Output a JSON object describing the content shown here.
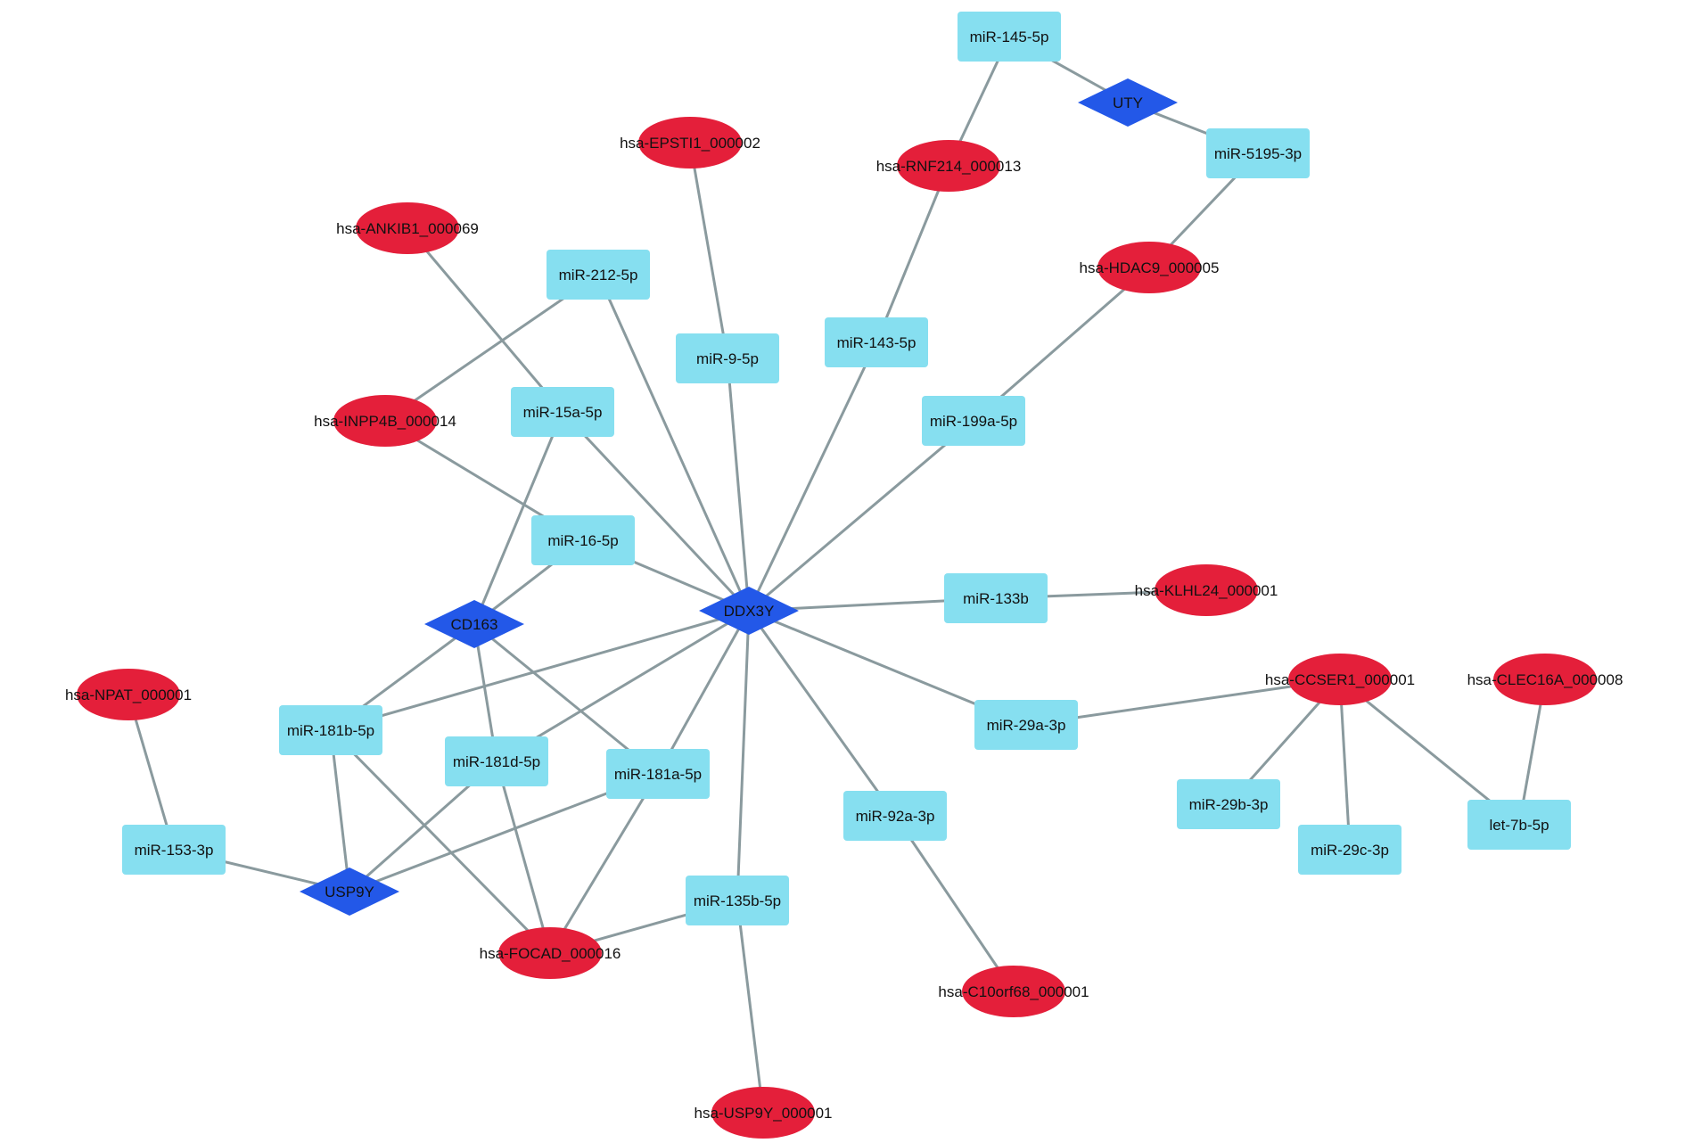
{
  "colors": {
    "mirna": "#86dff0",
    "gene": "#2358e8",
    "circrna": "#e41f3a",
    "edge": "#8a9a9e"
  },
  "nodes": [
    {
      "id": "DDX3Y",
      "label": "DDX3Y",
      "type": "gene"
    },
    {
      "id": "CD163",
      "label": "CD163",
      "type": "gene"
    },
    {
      "id": "USP9Y",
      "label": "USP9Y",
      "type": "gene"
    },
    {
      "id": "UTY",
      "label": "UTY",
      "type": "gene"
    },
    {
      "id": "miR-145-5p",
      "label": "miR-145-5p",
      "type": "mirna"
    },
    {
      "id": "miR-5195-3p",
      "label": "miR-5195-3p",
      "type": "mirna"
    },
    {
      "id": "miR-212-5p",
      "label": "miR-212-5p",
      "type": "mirna"
    },
    {
      "id": "miR-9-5p",
      "label": "miR-9-5p",
      "type": "mirna"
    },
    {
      "id": "miR-143-5p",
      "label": "miR-143-5p",
      "type": "mirna"
    },
    {
      "id": "miR-15a-5p",
      "label": "miR-15a-5p",
      "type": "mirna"
    },
    {
      "id": "miR-199a-5p",
      "label": "miR-199a-5p",
      "type": "mirna"
    },
    {
      "id": "miR-16-5p",
      "label": "miR-16-5p",
      "type": "mirna"
    },
    {
      "id": "miR-133b",
      "label": "miR-133b",
      "type": "mirna"
    },
    {
      "id": "miR-181b-5p",
      "label": "miR-181b-5p",
      "type": "mirna"
    },
    {
      "id": "miR-181d-5p",
      "label": "miR-181d-5p",
      "type": "mirna"
    },
    {
      "id": "miR-181a-5p",
      "label": "miR-181a-5p",
      "type": "mirna"
    },
    {
      "id": "miR-29a-3p",
      "label": "miR-29a-3p",
      "type": "mirna"
    },
    {
      "id": "miR-92a-3p",
      "label": "miR-92a-3p",
      "type": "mirna"
    },
    {
      "id": "miR-153-3p",
      "label": "miR-153-3p",
      "type": "mirna"
    },
    {
      "id": "miR-135b-5p",
      "label": "miR-135b-5p",
      "type": "mirna"
    },
    {
      "id": "miR-29b-3p",
      "label": "miR-29b-3p",
      "type": "mirna"
    },
    {
      "id": "miR-29c-3p",
      "label": "miR-29c-3p",
      "type": "mirna"
    },
    {
      "id": "let-7b-5p",
      "label": "let-7b-5p",
      "type": "mirna"
    },
    {
      "id": "hsa-EPSTI1_000002",
      "label": "hsa-EPSTI1_000002",
      "type": "circrna"
    },
    {
      "id": "hsa-RNF214_000013",
      "label": "hsa-RNF214_000013",
      "type": "circrna"
    },
    {
      "id": "hsa-ANKIB1_000069",
      "label": "hsa-ANKIB1_000069",
      "type": "circrna"
    },
    {
      "id": "hsa-HDAC9_000005",
      "label": "hsa-HDAC9_000005",
      "type": "circrna"
    },
    {
      "id": "hsa-INPP4B_000014",
      "label": "hsa-INPP4B_000014",
      "type": "circrna"
    },
    {
      "id": "hsa-KLHL24_000001",
      "label": "hsa-KLHL24_000001",
      "type": "circrna"
    },
    {
      "id": "hsa-CCSER1_000001",
      "label": "hsa-CCSER1_000001",
      "type": "circrna"
    },
    {
      "id": "hsa-CLEC16A_000008",
      "label": "hsa-CLEC16A_000008",
      "type": "circrna"
    },
    {
      "id": "hsa-NPAT_000001",
      "label": "hsa-NPAT_000001",
      "type": "circrna"
    },
    {
      "id": "hsa-FOCAD_000016",
      "label": "hsa-FOCAD_000016",
      "type": "circrna"
    },
    {
      "id": "hsa-C10orf68_000001",
      "label": "hsa-C10orf68_000001",
      "type": "circrna"
    },
    {
      "id": "hsa-USP9Y_000001",
      "label": "hsa-USP9Y_000001",
      "type": "circrna"
    }
  ],
  "edges": [
    [
      "miR-145-5p",
      "hsa-RNF214_000013"
    ],
    [
      "miR-145-5p",
      "UTY"
    ],
    [
      "UTY",
      "miR-5195-3p"
    ],
    [
      "miR-5195-3p",
      "hsa-HDAC9_000005"
    ],
    [
      "hsa-HDAC9_000005",
      "miR-199a-5p"
    ],
    [
      "hsa-RNF214_000013",
      "miR-143-5p"
    ],
    [
      "hsa-EPSTI1_000002",
      "miR-9-5p"
    ],
    [
      "hsa-ANKIB1_000069",
      "miR-15a-5p"
    ],
    [
      "miR-212-5p",
      "hsa-INPP4B_000014"
    ],
    [
      "hsa-INPP4B_000014",
      "miR-16-5p"
    ],
    [
      "DDX3Y",
      "miR-212-5p"
    ],
    [
      "DDX3Y",
      "miR-9-5p"
    ],
    [
      "DDX3Y",
      "miR-143-5p"
    ],
    [
      "DDX3Y",
      "miR-15a-5p"
    ],
    [
      "DDX3Y",
      "miR-199a-5p"
    ],
    [
      "DDX3Y",
      "miR-16-5p"
    ],
    [
      "DDX3Y",
      "miR-133b"
    ],
    [
      "DDX3Y",
      "miR-181b-5p"
    ],
    [
      "DDX3Y",
      "miR-181d-5p"
    ],
    [
      "DDX3Y",
      "miR-181a-5p"
    ],
    [
      "DDX3Y",
      "miR-29a-3p"
    ],
    [
      "DDX3Y",
      "miR-92a-3p"
    ],
    [
      "DDX3Y",
      "miR-135b-5p"
    ],
    [
      "miR-133b",
      "hsa-KLHL24_000001"
    ],
    [
      "CD163",
      "miR-15a-5p"
    ],
    [
      "CD163",
      "miR-16-5p"
    ],
    [
      "CD163",
      "miR-181b-5p"
    ],
    [
      "CD163",
      "miR-181d-5p"
    ],
    [
      "CD163",
      "miR-181a-5p"
    ],
    [
      "miR-181b-5p",
      "USP9Y"
    ],
    [
      "miR-181d-5p",
      "USP9Y"
    ],
    [
      "miR-181a-5p",
      "USP9Y"
    ],
    [
      "miR-153-3p",
      "USP9Y"
    ],
    [
      "hsa-NPAT_000001",
      "miR-153-3p"
    ],
    [
      "miR-181b-5p",
      "hsa-FOCAD_000016"
    ],
    [
      "miR-181d-5p",
      "hsa-FOCAD_000016"
    ],
    [
      "miR-181a-5p",
      "hsa-FOCAD_000016"
    ],
    [
      "miR-135b-5p",
      "hsa-FOCAD_000016"
    ],
    [
      "miR-135b-5p",
      "hsa-USP9Y_000001"
    ],
    [
      "miR-92a-3p",
      "hsa-C10orf68_000001"
    ],
    [
      "miR-29a-3p",
      "hsa-CCSER1_000001"
    ],
    [
      "hsa-CCSER1_000001",
      "miR-29b-3p"
    ],
    [
      "hsa-CCSER1_000001",
      "miR-29c-3p"
    ],
    [
      "hsa-CCSER1_000001",
      "let-7b-5p"
    ],
    [
      "hsa-CLEC16A_000008",
      "let-7b-5p"
    ]
  ]
}
